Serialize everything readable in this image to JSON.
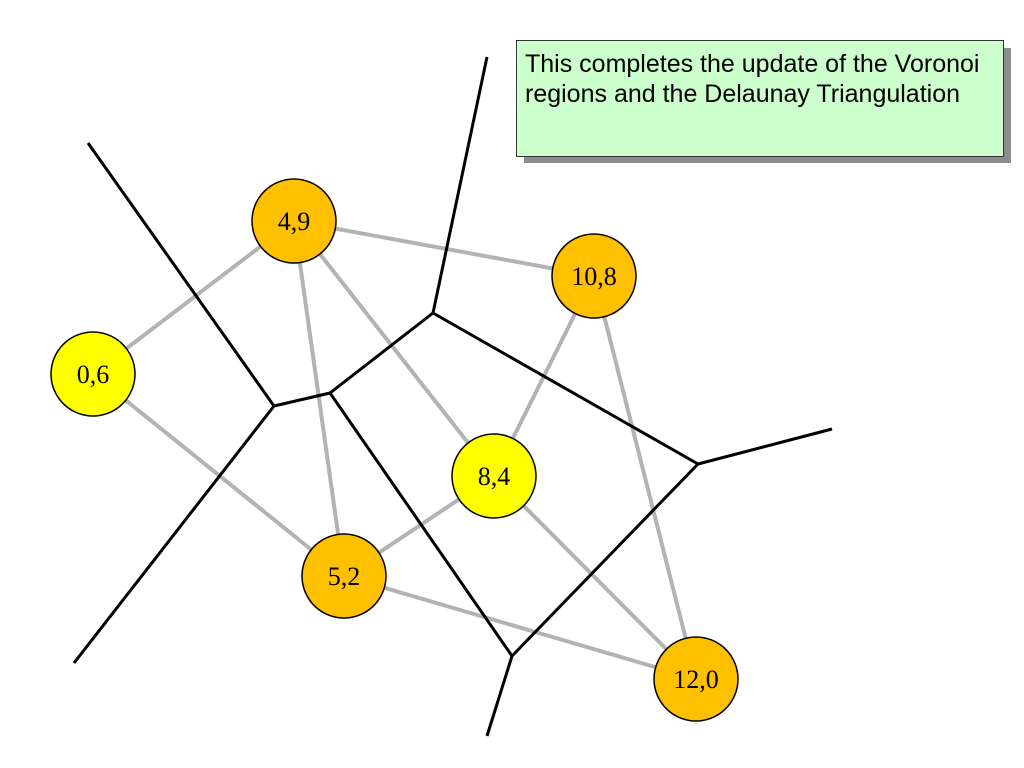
{
  "callout": {
    "text": "This completes the update of the Voronoi regions and the Delaunay Triangulation"
  },
  "sites": [
    {
      "id": "s49",
      "label": "4,9",
      "color": "#ffc000"
    },
    {
      "id": "s108",
      "label": "10,8",
      "color": "#ffc000"
    },
    {
      "id": "s06",
      "label": "0,6",
      "color": "#ffff00"
    },
    {
      "id": "s84",
      "label": "8,4",
      "color": "#ffff00"
    },
    {
      "id": "s52",
      "label": "5,2",
      "color": "#ffc000"
    },
    {
      "id": "s120",
      "label": "12,0",
      "color": "#ffc000"
    }
  ],
  "colors": {
    "delaunay_edge": "#b3b3b3",
    "voronoi_edge": "#000000",
    "node_stroke": "#000000"
  }
}
